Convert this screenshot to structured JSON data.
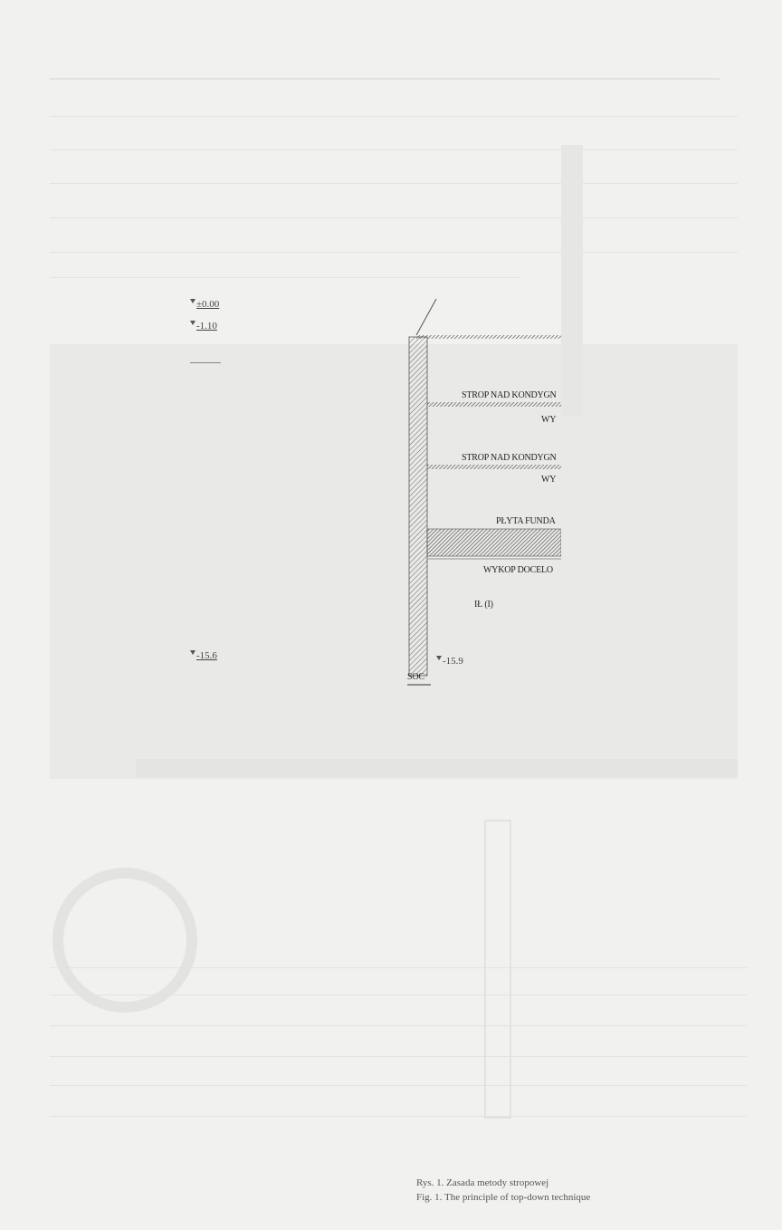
{
  "drawing": {
    "elevations": {
      "e000": "±0.00",
      "e110": "-1.10",
      "e156": "-15.6",
      "e159": "-15.9"
    },
    "labels": {
      "strop1": "STROP NAD KONDYGN",
      "wy1": "WY",
      "strop2": "STROP NAD KONDYGN",
      "wy2": "WY",
      "plyta": "PŁYTA FUNDA",
      "wykop": "WYKOP DOCELO",
      "il": "IŁ (I)",
      "soc": "SOC"
    }
  },
  "caption": {
    "pl": "Rys. 1. Zasada metody stropowej",
    "en": "Fig. 1. The principle of top-down technique"
  },
  "colors": {
    "paper": "#f1f1f0",
    "shade": "#e8e8e6",
    "ink": "#222222"
  }
}
